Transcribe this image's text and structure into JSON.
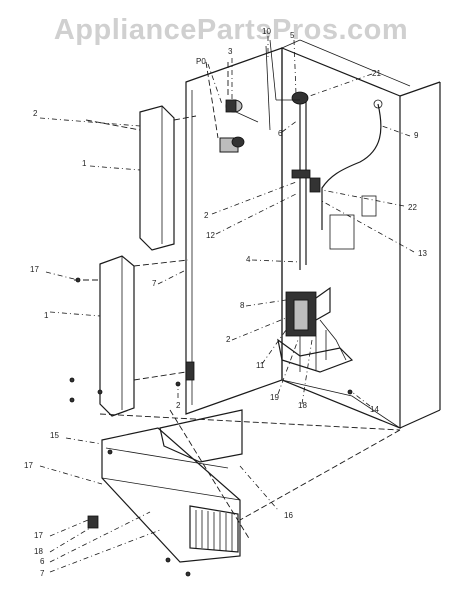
{
  "watermark": "AppliancePartsPros.com",
  "callouts": [
    {
      "id": "c-2a",
      "text": "2"
    },
    {
      "id": "c-1a",
      "text": "1"
    },
    {
      "id": "c-17a",
      "text": "17"
    },
    {
      "id": "c-1b",
      "text": "1"
    },
    {
      "id": "c-7a",
      "text": "7"
    },
    {
      "id": "c-p0",
      "text": "P0"
    },
    {
      "id": "c-3",
      "text": "3"
    },
    {
      "id": "c-10",
      "text": "10"
    },
    {
      "id": "c-5",
      "text": "5"
    },
    {
      "id": "c-6",
      "text": "6"
    },
    {
      "id": "c-21",
      "text": "21"
    },
    {
      "id": "c-9",
      "text": "9"
    },
    {
      "id": "c-22",
      "text": "22"
    },
    {
      "id": "c-13",
      "text": "13"
    },
    {
      "id": "c-2b",
      "text": "2"
    },
    {
      "id": "c-12",
      "text": "12"
    },
    {
      "id": "c-4",
      "text": "4"
    },
    {
      "id": "c-8",
      "text": "8"
    },
    {
      "id": "c-2c",
      "text": "2"
    },
    {
      "id": "c-11",
      "text": "11"
    },
    {
      "id": "c-19",
      "text": "19"
    },
    {
      "id": "c-18a",
      "text": "18"
    },
    {
      "id": "c-14",
      "text": "14"
    },
    {
      "id": "c-2d",
      "text": "2"
    },
    {
      "id": "c-15",
      "text": "15"
    },
    {
      "id": "c-17b",
      "text": "17"
    },
    {
      "id": "c-16",
      "text": "16"
    },
    {
      "id": "c-17c",
      "text": "17"
    },
    {
      "id": "c-18b",
      "text": "18"
    },
    {
      "id": "c-6b",
      "text": "6"
    },
    {
      "id": "c-7b",
      "text": "7"
    }
  ]
}
